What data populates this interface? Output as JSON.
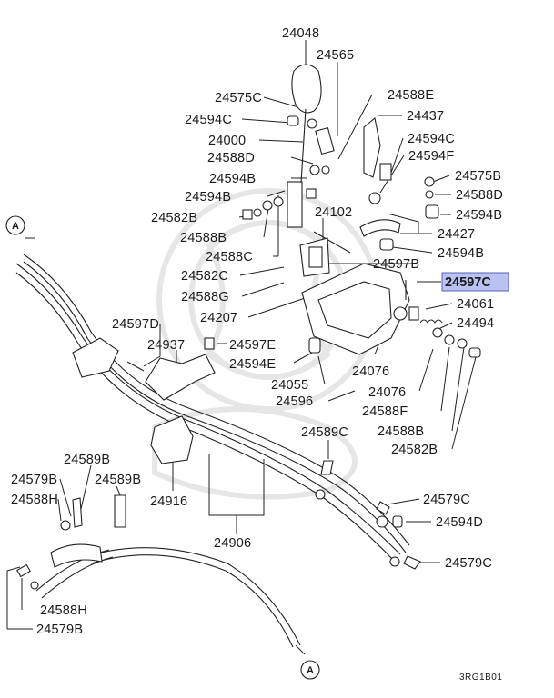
{
  "diagram": {
    "highlight_color": "#b9c2f0",
    "highlight_border": "#5561b8",
    "line_color": "#222222",
    "reference_code": "3RG1B01",
    "connector_label": "A",
    "labels": {
      "p24048": "24048",
      "p24565": "24565",
      "p24575C": "24575C",
      "p24588E": "24588E",
      "p24594C_a": "24594C",
      "p24437": "24437",
      "p24000": "24000",
      "p24594C_b": "24594C",
      "p24588D": "24588D",
      "p24594F": "24594F",
      "p24594B_a": "24594B",
      "p24575B": "24575B",
      "p24594B_b": "24594B",
      "p24588D_b": "24588D",
      "p24102": "24102",
      "p24594B_c": "24594B",
      "p24582B_a": "24582B",
      "p24588B_a": "24588B",
      "p24427": "24427",
      "p24588C": "24588C",
      "p24594B_d": "24594B",
      "p24597B": "24597B",
      "p24582C": "24582C",
      "p24597C": "24597C",
      "p24588G": "24588G",
      "p24061": "24061",
      "p24207": "24207",
      "p24494": "24494",
      "p24597D": "24597D",
      "p24937": "24937",
      "p24597E": "24597E",
      "p24594E": "24594E",
      "p24055": "24055",
      "p24076_a": "24076",
      "p24076_b": "24076",
      "p24596": "24596",
      "p24588F": "24588F",
      "p24588B_b": "24588B",
      "p24582B_b": "24582B",
      "p24589C": "24589C",
      "p24589B_a": "24589B",
      "p24579B_a": "24579B",
      "p24589B_b": "24589B",
      "p24588H_a": "24588H",
      "p24916": "24916",
      "p24579C_a": "24579C",
      "p24594D": "24594D",
      "p24906": "24906",
      "p24579C_b": "24579C",
      "p24588H_b": "24588H",
      "p24579B_b": "24579B"
    }
  }
}
